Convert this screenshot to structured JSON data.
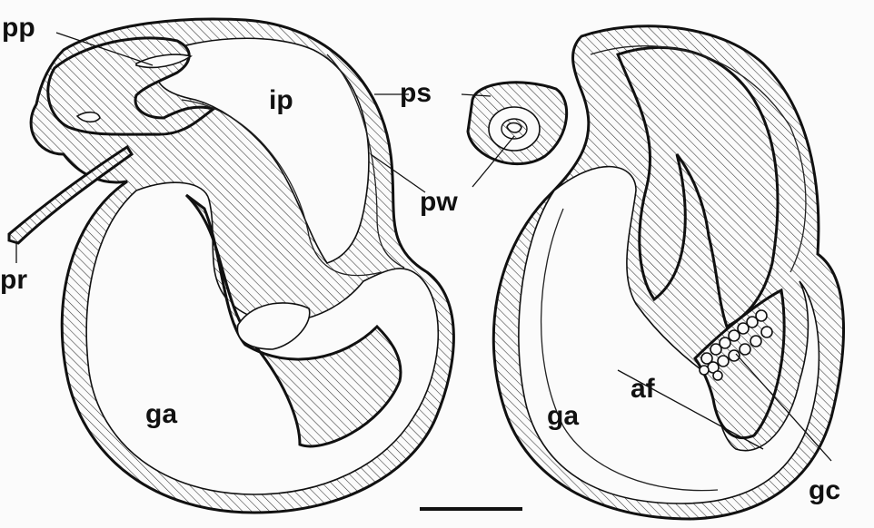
{
  "figure": {
    "labels": {
      "pp": "pp",
      "ip": "ip",
      "ps": "ps",
      "pw": "pw",
      "pr": "pr",
      "ga_left": "ga",
      "ga_right": "ga",
      "af": "af",
      "gc": "gc"
    },
    "colors": {
      "ink": "#111111",
      "paper": "#fbfbfb"
    }
  }
}
